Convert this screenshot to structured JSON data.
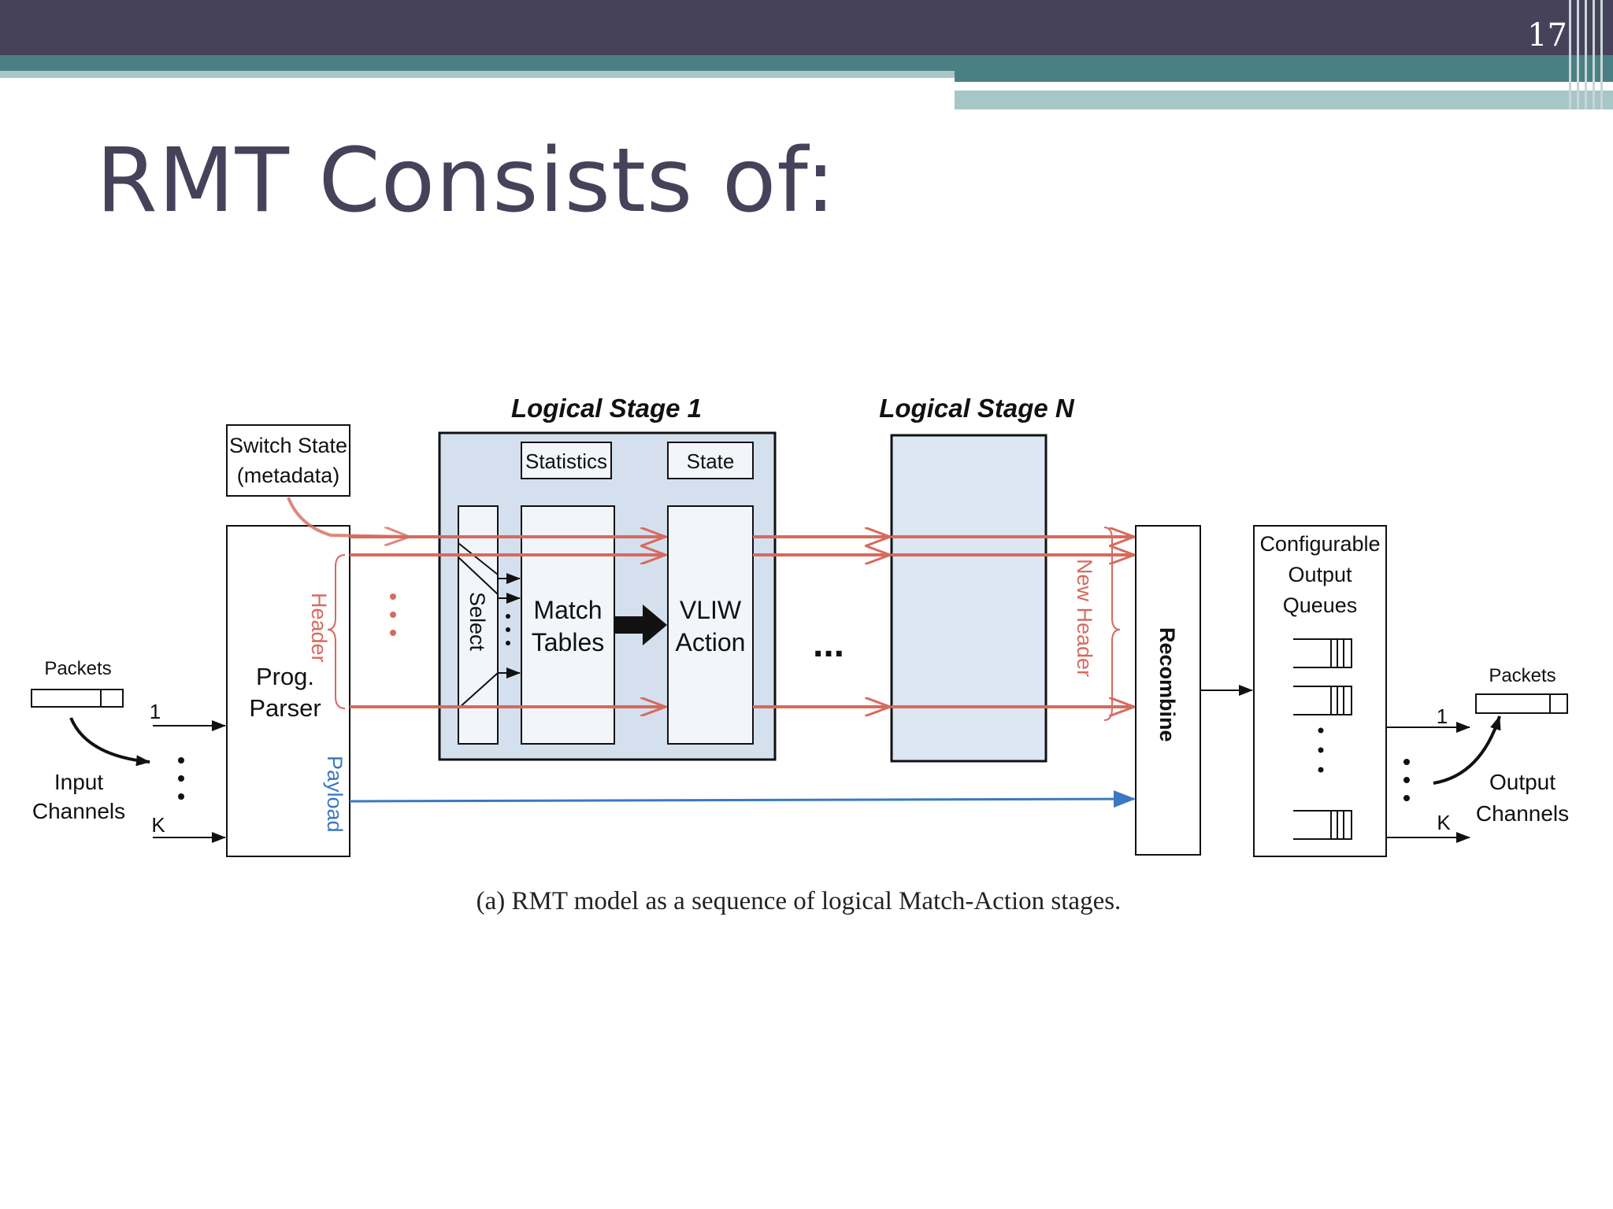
{
  "slide": {
    "number": "17",
    "title": "RMT Consists of:"
  },
  "diagram": {
    "stage1_title": "Logical Stage 1",
    "stageN_title": "Logical Stage N",
    "switch_state": [
      "Switch State",
      "(metadata)"
    ],
    "packets_in": "Packets",
    "input_channels": [
      "Input",
      "Channels"
    ],
    "channel_1": "1",
    "channel_k": "K",
    "parser": [
      "Prog.",
      "Parser"
    ],
    "header": "Header",
    "payload": "Payload",
    "statistics": "Statistics",
    "state": "State",
    "select": "Select",
    "match_tables": [
      "Match",
      "Tables"
    ],
    "vliw_action": [
      "VLIW",
      "Action"
    ],
    "new_header": "New Header",
    "recombine": "Recombine",
    "output_queues": [
      "Configurable",
      "Output",
      "Queues"
    ],
    "packets_out": "Packets",
    "output_channels": [
      "Output",
      "Channels"
    ],
    "out_channel_1": "1",
    "out_channel_k": "K",
    "ellipsis_h": "...",
    "caption": "(a) RMT model as a sequence of logical Match-Action stages.",
    "colors": {
      "header_arrow": "#d76a5e",
      "payload_arrow": "#3a78c2",
      "stage_fill": "#d4e0ee",
      "inner_fill": "#f2f6fb"
    }
  }
}
